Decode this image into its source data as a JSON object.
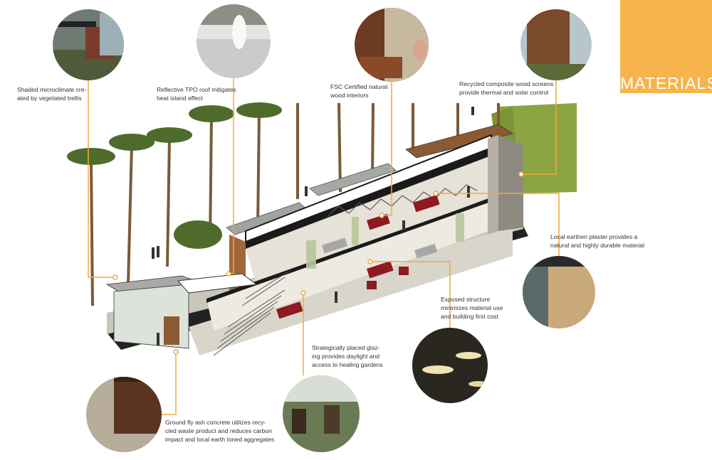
{
  "title": "MATERIALS",
  "colors": {
    "accent": "#F7B44D",
    "leader": "#F2A93B",
    "frame": "#1A1A1A",
    "seating": "#8E1B1F",
    "wood": "#8B5A33",
    "grass": "#8DA443",
    "concrete": "#B9B7AF"
  },
  "annotations": [
    {
      "id": "trellis",
      "text": "Shaded microclimate cre-\nated by vegetated trellis"
    },
    {
      "id": "roof",
      "text": "Reflective TPO roof mitigates\nheat island effect"
    },
    {
      "id": "interiors",
      "text": "FSC Certified natural\nwood interiors"
    },
    {
      "id": "screens",
      "text": "Recycled composite wood screens\nprovide thermal and solar control"
    },
    {
      "id": "plaster",
      "text": "Local earthen plaster provides a\nnatural and highly durable material"
    },
    {
      "id": "structure",
      "text": "Exposed structure\nminimizes material use\nand building first cost"
    },
    {
      "id": "glazing",
      "text": "Strategically placed glaz-\ning provides daylight and\naccess to healing gardens"
    },
    {
      "id": "concrete",
      "text": "Ground fly ash concrete utilizes recy-\ncled waste product and reduces carbon\nimpact and local earth toned aggregates"
    }
  ]
}
